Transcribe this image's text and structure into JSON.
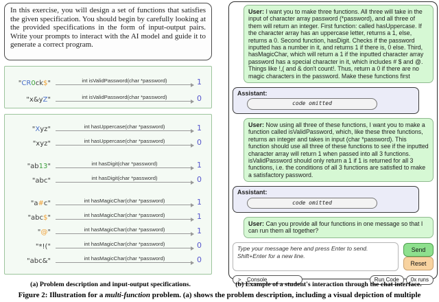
{
  "colors": {
    "plain": "#3a3a3a",
    "uppercase": "#4a6fc9",
    "digit": "#3c9e3c",
    "magic": "#f0a035",
    "result": "#5555cc",
    "user_bubble": "#d6f8d4",
    "assistant_bubble": "#ebecf8",
    "send_button": "#8ee08e",
    "reset_button": "#f8d3a0",
    "spec_box_border": "#9cc49c"
  },
  "instruction": "In this exercise, you will design a set of functions that satisfies the given specification. You should begin by carefully looking at the provided specifications in the form of input-output pairs. Write your prompts to interact with the AI model and guide it to generate a correct program.",
  "spec_panel": {
    "boxes": [
      {
        "groups": [
          [
            {
              "input": [
                {
                  "t": "\"",
                  "c": "plain"
                },
                {
                  "t": "CR",
                  "c": "upper"
                },
                {
                  "t": "0",
                  "c": "digit"
                },
                {
                  "t": "ck",
                  "c": "plain"
                },
                {
                  "t": "$",
                  "c": "magic"
                },
                {
                  "t": "\"",
                  "c": "plain"
                }
              ],
              "signature": "int isValidPassword(char *password)",
              "output": "1"
            },
            {
              "input": [
                {
                  "t": "\"x&y",
                  "c": "plain"
                },
                {
                  "t": "Z",
                  "c": "upper"
                },
                {
                  "t": "\"",
                  "c": "plain"
                }
              ],
              "signature": "int isValidPassword(char *password)",
              "output": "0"
            }
          ]
        ]
      },
      {
        "groups": [
          [
            {
              "input": [
                {
                  "t": "\"",
                  "c": "plain"
                },
                {
                  "t": "X",
                  "c": "upper"
                },
                {
                  "t": "yz\"",
                  "c": "plain"
                }
              ],
              "signature": "int hasUppercase(char *password)",
              "output": "1"
            },
            {
              "input": [
                {
                  "t": "\"xyz\"",
                  "c": "plain"
                }
              ],
              "signature": "int hasUppercase(char *password)",
              "output": "0"
            }
          ],
          [
            {
              "input": [
                {
                  "t": "\"ab",
                  "c": "plain"
                },
                {
                  "t": "13",
                  "c": "digit"
                },
                {
                  "t": "\"",
                  "c": "plain"
                }
              ],
              "signature": "int hasDigit(char *password)",
              "output": "1"
            },
            {
              "input": [
                {
                  "t": "\"abc\"",
                  "c": "plain"
                }
              ],
              "signature": "int hasDigit(char *password)",
              "output": "0"
            }
          ],
          [
            {
              "input": [
                {
                  "t": "\"a",
                  "c": "plain"
                },
                {
                  "t": "#",
                  "c": "magic"
                },
                {
                  "t": "c\"",
                  "c": "plain"
                }
              ],
              "signature": "int hasMagicChar(char *password)",
              "output": "1"
            },
            {
              "input": [
                {
                  "t": "\"abc",
                  "c": "plain"
                },
                {
                  "t": "$",
                  "c": "magic"
                },
                {
                  "t": "\"",
                  "c": "plain"
                }
              ],
              "signature": "int hasMagicChar(char *password)",
              "output": "1"
            },
            {
              "input": [
                {
                  "t": "\"",
                  "c": "plain"
                },
                {
                  "t": "@",
                  "c": "magic"
                },
                {
                  "t": "\"",
                  "c": "plain"
                }
              ],
              "signature": "int hasMagicChar(char *password)",
              "output": "1"
            },
            {
              "input": [
                {
                  "t": "\"*!(\"",
                  "c": "plain"
                }
              ],
              "signature": "int hasMagicChar(char *password)",
              "output": "0"
            },
            {
              "input": [
                {
                  "t": "\"abc&\"",
                  "c": "plain"
                }
              ],
              "signature": "int hasMagicChar(char *password)",
              "output": "0"
            }
          ]
        ]
      }
    ]
  },
  "chat": {
    "messages": [
      {
        "role": "user",
        "speaker": "User:",
        "text": " I want you to make three functions. All three will take in the input of character array password (*password), and all three of them will return an integer. First function: called hasUppercase. If the character array has an uppercase letter, returns a 1, else, returns a 0. Second function, hasDigit. Checks if the password inputted has a number in it, and returns 1 if there is, 0 else. Third, hasMagicChar, which will return a 1 if the inputted character array password has a special character in it, which includes # $ and @. Things like !,( and & don't count!. Thus, return a 0 if there are no magic characters in the password. Make these functions first"
      },
      {
        "role": "assistant",
        "speaker": "Assistant:",
        "code": "code omitted"
      },
      {
        "role": "user",
        "speaker": "User:",
        "text": " Now using all three of these functions, I want you to make a function called isValidPassword, which, like these three functions, returns an integer and takes in input (char *password). This function should use all three of these functions to see if the inputted character array will return 1 when passed into all 3 functions. isValidPassword should only return a 1 if 1 is returned for all 3 functions, i.e. the conditions of all 3 functions are satisfied to make a satisfactory password."
      },
      {
        "role": "assistant",
        "speaker": "Assistant:",
        "code": "code omitted"
      },
      {
        "role": "user",
        "speaker": "User:",
        "text": " Can you provide all four functions in one message so that I can run them all together?"
      }
    ],
    "input": {
      "placeholder_line1": "Type your message here and press Enter to send.",
      "placeholder_line2": "Shift+Enter for a new line."
    },
    "buttons": {
      "send": "Send",
      "reset": "Reset",
      "run_code": "Run Code",
      "runs": "0x runs"
    },
    "console": {
      "icon": ">_",
      "label": "Console"
    }
  },
  "captions": {
    "a": "(a) Problem description and input-output specifications.",
    "b": "(b) Example of a student's interaction through the chat interface.",
    "figure_prefix": "Figure 2: Illustration for a ",
    "figure_emphasis": "multi-function",
    "figure_suffix": " problem. (a) shows the problem description, including a visual depiction of multiple"
  }
}
